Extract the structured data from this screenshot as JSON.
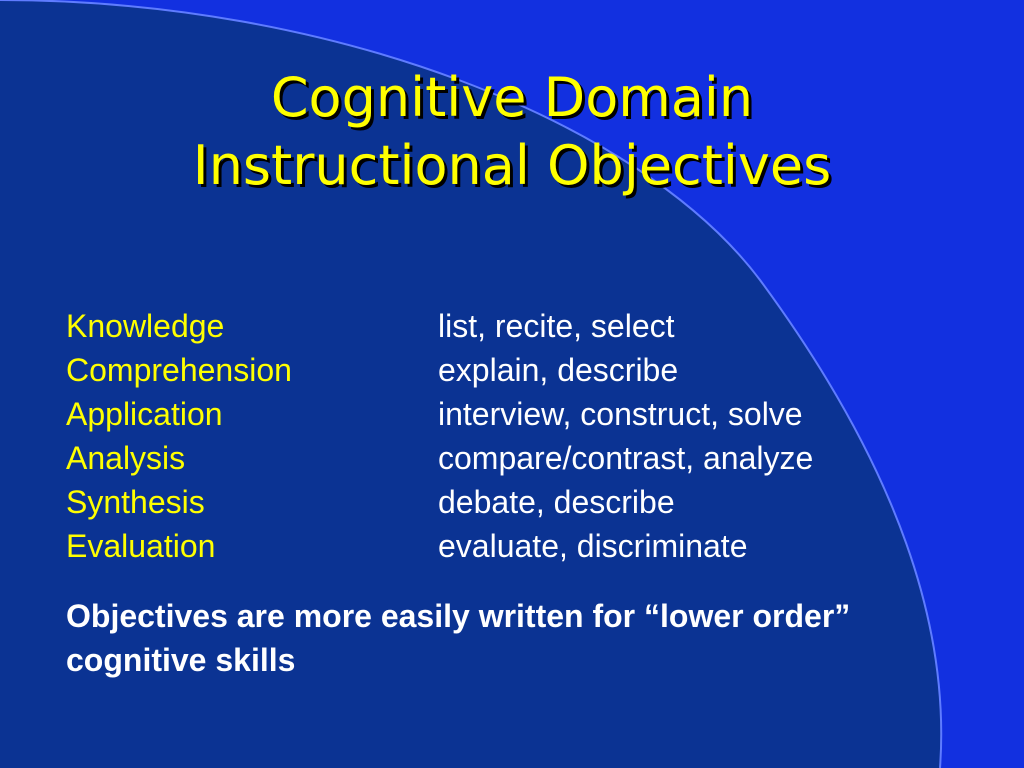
{
  "slide": {
    "title_lines": [
      "Cognitive Domain",
      "Instructional Objectives"
    ],
    "rows": [
      {
        "level": "Knowledge",
        "verbs": "list, recite, select"
      },
      {
        "level": "Comprehension",
        "verbs": "explain, describe"
      },
      {
        "level": "Application",
        "verbs": "interview, construct, solve"
      },
      {
        "level": "Analysis",
        "verbs": "compare/contrast, analyze"
      },
      {
        "level": "Synthesis",
        "verbs": "debate, describe"
      },
      {
        "level": "Evaluation",
        "verbs": "evaluate, discriminate"
      }
    ],
    "note": "Objectives are more easily written for “lower order” cognitive skills"
  },
  "colors": {
    "background": "#0b3393",
    "accent_shape": "#1230e0",
    "title": "#ffff00",
    "level_text": "#ffff00",
    "body_text": "#ffffff"
  }
}
